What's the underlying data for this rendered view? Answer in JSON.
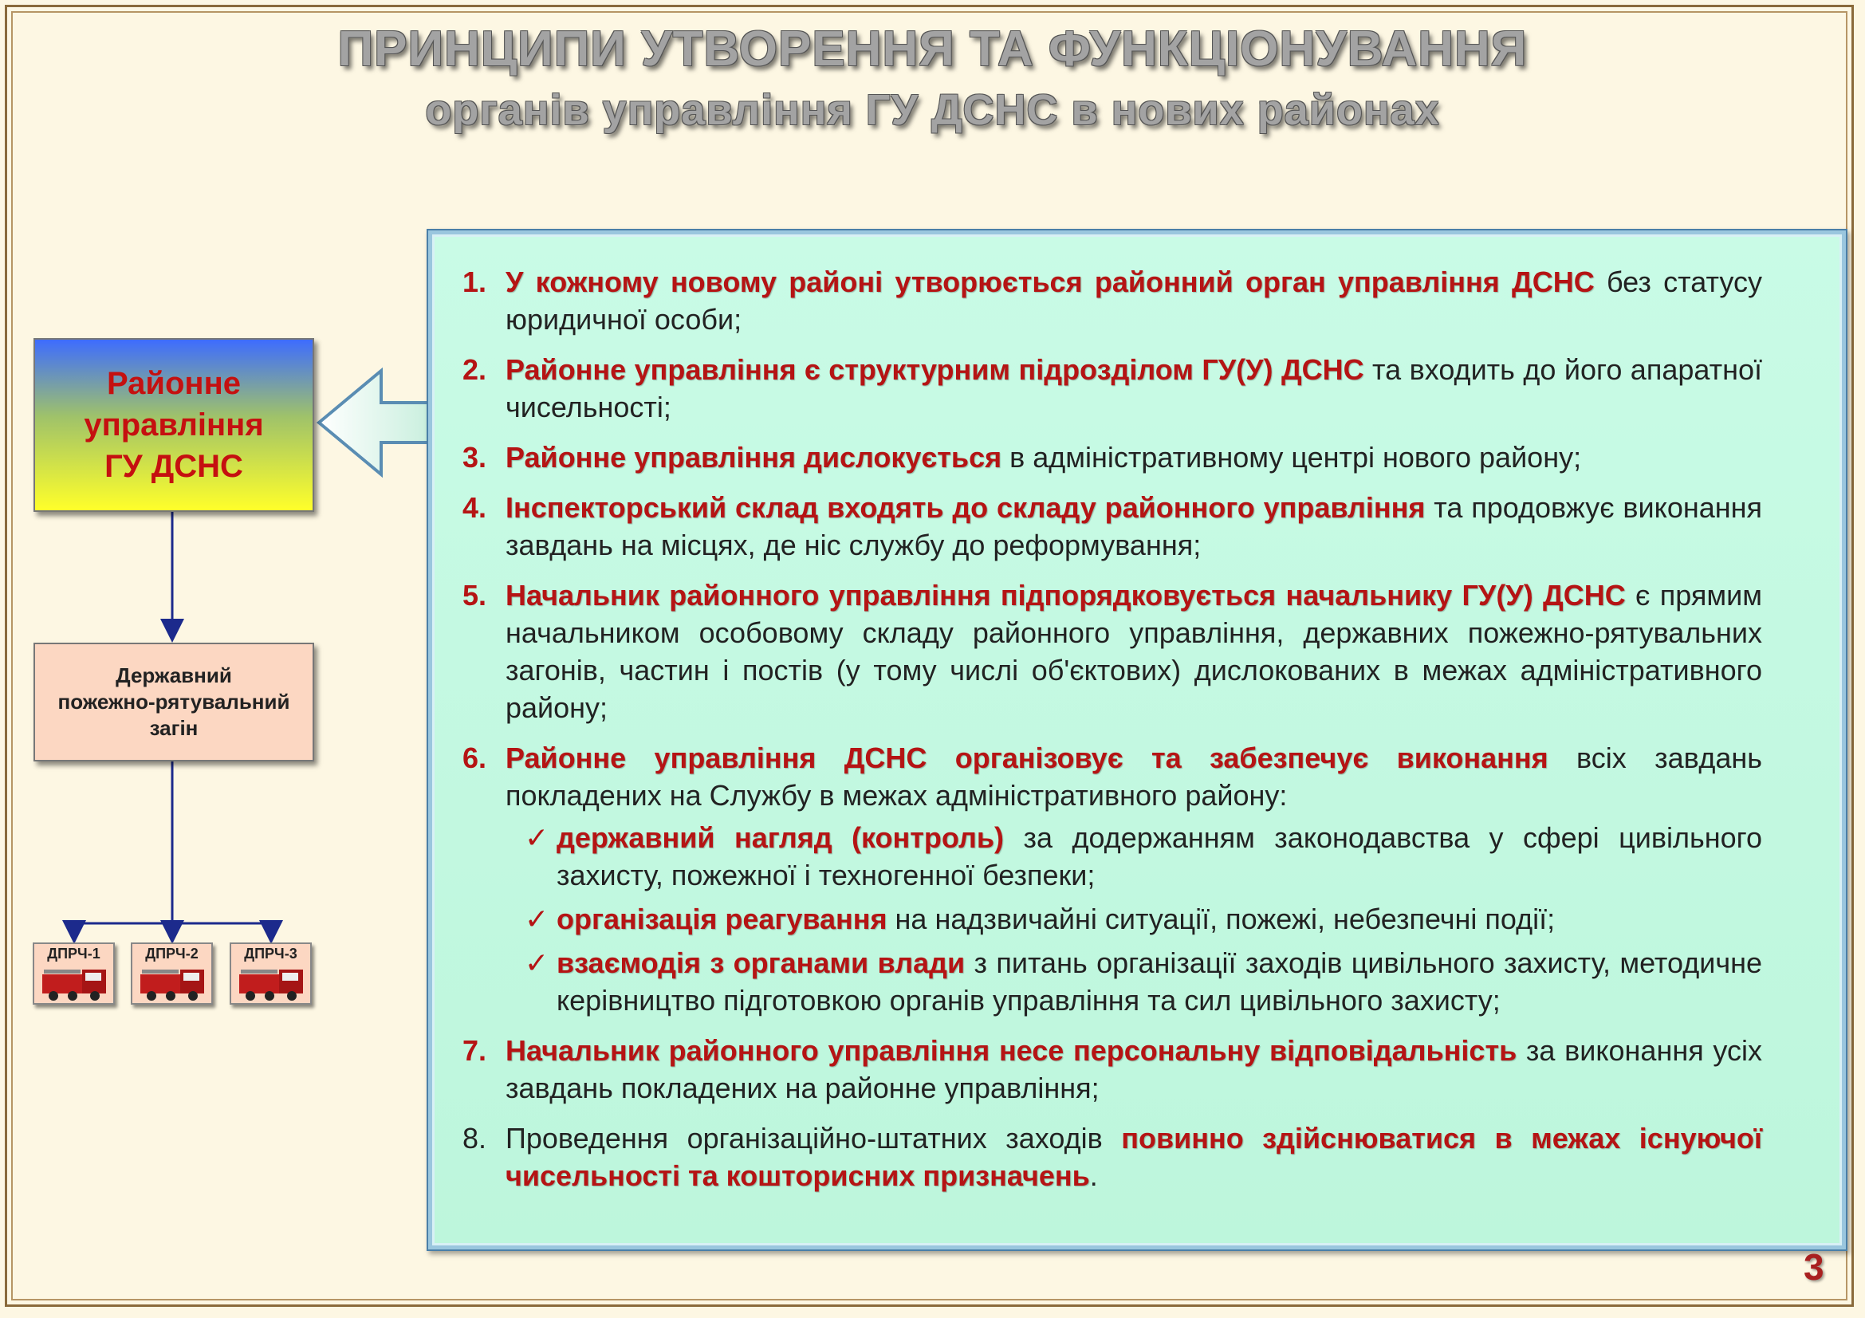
{
  "title": {
    "line1": "ПРИНЦИПИ УТВОРЕННЯ ТА ФУНКЦІОНУВАННЯ",
    "line2": "органів управління ГУ ДСНС в нових районах"
  },
  "org_chart": {
    "main_box": [
      "Районне",
      "управління",
      "ГУ ДСНС"
    ],
    "zagin_box": [
      "Державний",
      "пожежно-рятувальний",
      "загін"
    ],
    "units": [
      "ДПРЧ-1",
      "ДПРЧ-2",
      "ДПРЧ-3"
    ]
  },
  "principles": [
    {
      "num": "1.",
      "highlight": "У кожному новому районі утворюється районний орган управління ДСНС",
      "rest": " без статусу юридичної особи;"
    },
    {
      "num": "2.",
      "highlight": "Районне управління є структурним підрозділом ГУ(У) ДСНС",
      "rest": " та входить до його апаратної чисельності;"
    },
    {
      "num": "3.",
      "highlight": "Районне управління дислокується",
      "rest": " в адміністративному центрі нового району;"
    },
    {
      "num": "4.",
      "highlight": "Інспекторський склад входять до складу районного управління",
      "rest": " та продовжує виконання завдань на місцях, де ніс службу до реформування;"
    },
    {
      "num": "5.",
      "highlight": "Начальник районного управління підпорядковується начальнику ГУ(У) ДСНС",
      "rest": " є прямим начальником особовому складу районного управління, державних пожежно-рятувальних загонів, частин і постів (у тому числі об'єктових) дислокованих в межах адміністративного району;"
    },
    {
      "num": "6.",
      "highlight": "Районне управління ДСНС організовує та забезпечує виконання",
      "rest": " всіх завдань покладених на Службу в межах адміністративного району:"
    },
    {
      "num": "7.",
      "highlight": "Начальник районного управління несе персональну відповідальність",
      "rest": " за виконання усіх завдань покладених на районне управління;"
    }
  ],
  "subitems": [
    {
      "highlight": "державний нагляд (контроль)",
      "rest": " за додержанням законодавства у сфері цивільного захисту, пожежної і техногенної  безпеки;"
    },
    {
      "highlight": "організація реагування",
      "rest": " на надзвичайні ситуації, пожежі, небезпечні події;"
    },
    {
      "highlight": "взаємодія з органами влади",
      "rest": " з питань організації заходів цивільного захисту, методичне керівництво підготовкою органів управління та сил цивільного захисту;"
    }
  ],
  "check_mark": "✓",
  "item8": {
    "num": "8.",
    "text": "Проведення організаційно-штатних заходів ",
    "highlight": "повинно здійснюватися в межах існуючої чисельності та кошторисних призначень",
    "end": "."
  },
  "page_number": "3",
  "colors": {
    "highlight": "#b51414",
    "panel": "#c4f8e0",
    "background": "#fdf7e3"
  }
}
